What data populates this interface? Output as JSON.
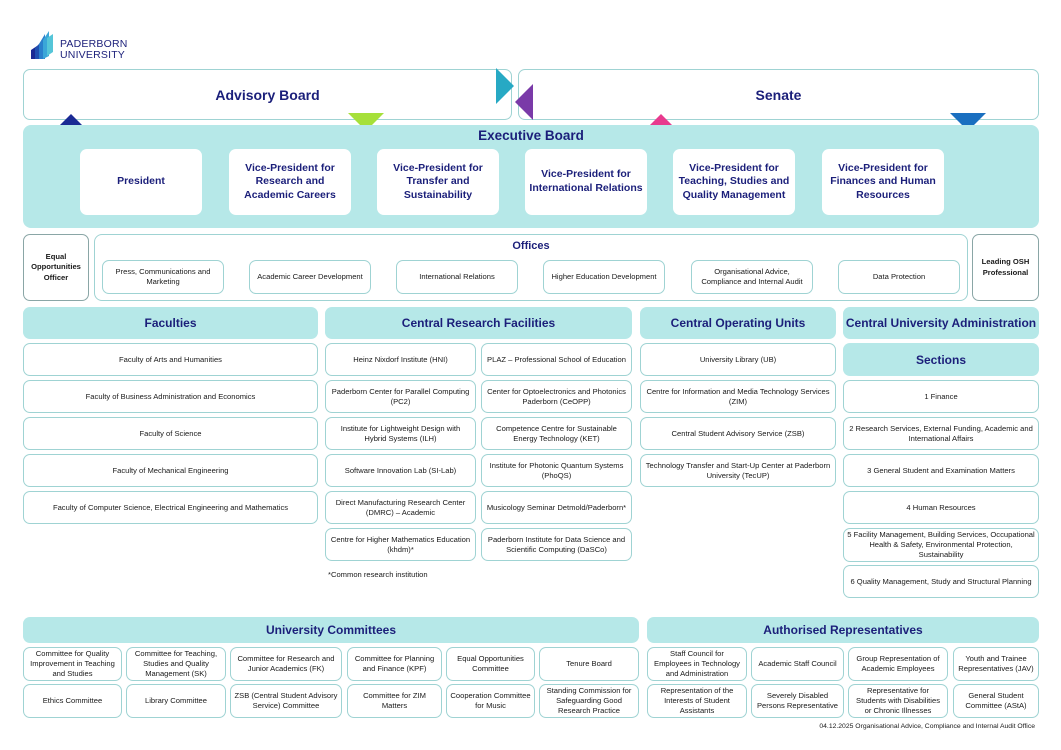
{
  "logo": {
    "line1": "PADERBORN",
    "line2": "UNIVERSITY",
    "icon": "book-stack-logo-icon"
  },
  "top": {
    "advisory_board": "Advisory Board",
    "senate": "Senate"
  },
  "executive_board": {
    "title": "Executive Board",
    "members": [
      "President",
      "Vice-President for Research and Academic Careers",
      "Vice-President for Transfer and Sustainability",
      "Vice-President for International Relations",
      "Vice-President for Teaching, Studies and Quality Management",
      "Vice-President for Finances and Human Resources"
    ]
  },
  "equal_opportunities_officer": "Equal Opportunities Officer",
  "leading_osh": "Leading OSH Professional",
  "offices": {
    "title": "Offices",
    "items": [
      "Press, Communications and Marketing",
      "Academic Career Development",
      "International Relations",
      "Higher Education Development",
      "Organisational Advice, Compliance and Internal Audit",
      "Data Protection"
    ]
  },
  "faculties": {
    "title": "Faculties",
    "items": [
      "Faculty of Arts and Humanities",
      "Faculty of Business Administration and Economics",
      "Faculty of Science",
      "Faculty of Mechanical Engineering",
      "Faculty of Computer Science, Electrical Engineering and Mathematics"
    ]
  },
  "research_facilities": {
    "title": "Central Research Facilities",
    "left": [
      "Heinz Nixdorf Institute (HNI)",
      "Paderborn Center for Parallel Computing (PC2)",
      "Institute for Lightweight Design with Hybrid Systems (ILH)",
      "Software Innovation Lab (SI-Lab)",
      "Direct Manufacturing Research Center (DMRC) – Academic",
      "Centre for Higher Mathematics Education (khdm)*"
    ],
    "right": [
      "PLAZ – Professional School of Education",
      "Center for Optoelectronics and Photonics Paderborn (CeOPP)",
      "Competence Centre for Sustainable Energy Technology (KET)",
      "Institute for Photonic Quantum Systems (PhoQS)",
      "Musicology Seminar Detmold/Paderborn*",
      "Paderborn Institute for Data Science and Scientific Computing (DaSCo)"
    ],
    "footnote": "*Common research institution"
  },
  "operating_units": {
    "title": "Central Operating Units",
    "items": [
      "University Library (UB)",
      "Centre for Information and Media Technology Services (ZIM)",
      "Central Student Advisory Service (ZSB)",
      "Technology Transfer and Start-Up Center at Paderborn University (TecUP)"
    ]
  },
  "administration": {
    "title": "Central University Administration",
    "sections_title": "Sections",
    "sections": [
      "1 Finance",
      "2 Research Services, External Funding, Academic and International Affairs",
      "3 General Student and Examination Matters",
      "4 Human Resources",
      "5 Facility Management, Building Services, Occupational Health & Safety, Environmental Protection, Sustainability",
      "6 Quality Management, Study and Structural Planning"
    ]
  },
  "committees": {
    "title": "University Committees",
    "row1": [
      "Committee for Quality Improvement in Teaching and Studies",
      "Committee for Teaching, Studies and Quality Management (SK)",
      "Committee for Research and Junior Academics (FK)",
      "Committee for Planning and Finance (KPF)",
      "Equal Opportunities Committee",
      "Tenure Board"
    ],
    "row2": [
      "Ethics Committee",
      "Library Committee",
      "ZSB (Central Student Advisory Service) Committee",
      "Committee for ZIM Matters",
      "Cooperation Committee for Music",
      "Standing Commission for Safeguarding Good Research Practice"
    ]
  },
  "representatives": {
    "title": "Authorised Representatives",
    "row1": [
      "Staff Council for Employees in Technology and Administration",
      "Academic Staff Council",
      "Group Representation of Academic Employees",
      "Youth and Trainee Representatives (JAV)"
    ],
    "row2": [
      "Representation of the Interests of Student Assistants",
      "Severely Disabled Persons Representative",
      "Representative for Students with Disabilities or Chronic Illnesses",
      "General Student Committee (AStA)"
    ]
  },
  "footer": "04.12.2025 Organisational Advice, Compliance and Internal Audit Office",
  "colors": {
    "navy": "#1b1f7a",
    "header_fill": "#b6e8e8",
    "border": "#9fd3d3",
    "tri_navy": "#1a2a94",
    "tri_lime": "#a6e03a",
    "tri_teal": "#27a9c4",
    "tri_purple": "#7a3aa8",
    "tri_pink": "#e83a8e",
    "tri_blue": "#1a6fc0"
  }
}
